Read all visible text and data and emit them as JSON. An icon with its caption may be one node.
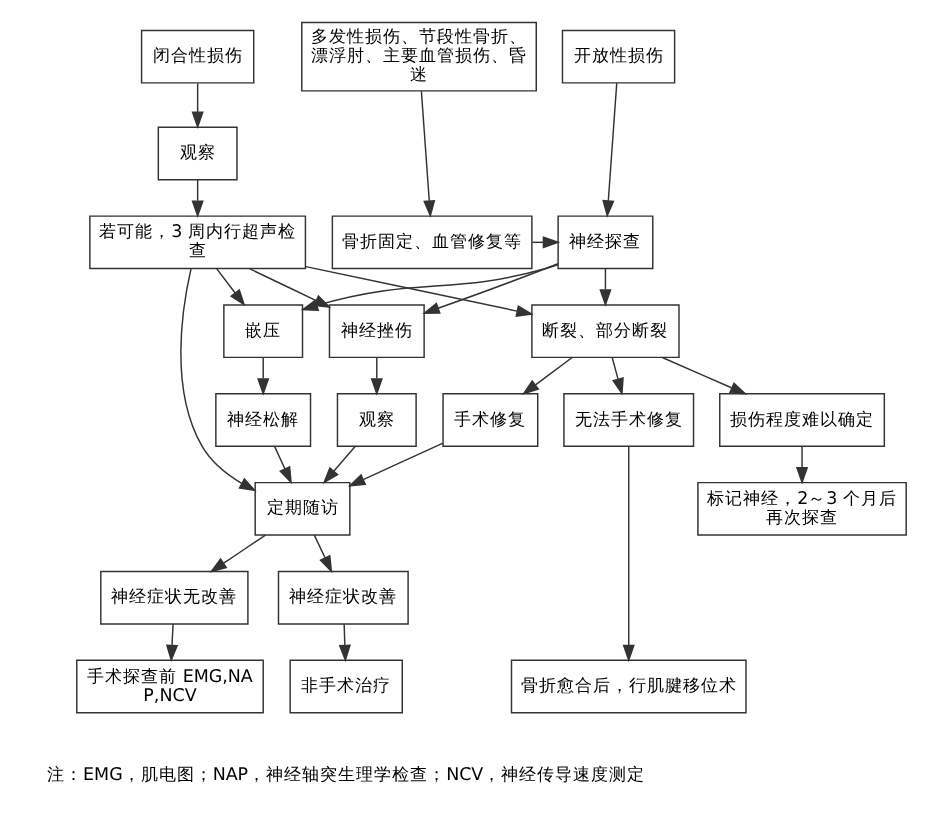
{
  "diagram": {
    "nodes": [
      {
        "text": [
          "闭合性损伤"
        ]
      },
      {
        "text": [
          "开放性损伤"
        ]
      },
      {
        "text": [
          "多发性损伤、节段性骨折、漂浮肘、主要血管损伤、昏迷"
        ]
      },
      {
        "text": [
          "观察"
        ]
      },
      {
        "text": [
          "若可能，3 周内行超声检查"
        ]
      },
      {
        "text": [
          "神经探查"
        ]
      },
      {
        "text": [
          "骨折固定、血管修复等"
        ]
      },
      {
        "text": [
          "神经挫伤"
        ]
      },
      {
        "text": [
          "嵌压"
        ]
      },
      {
        "text": [
          "断裂、部分断裂"
        ]
      },
      {
        "text": [
          "观察"
        ]
      },
      {
        "text": [
          "神经松解"
        ]
      },
      {
        "text": [
          "手术修复"
        ]
      },
      {
        "text": [
          "损伤程度难以确定"
        ]
      },
      {
        "text": [
          "无法手术修复"
        ]
      },
      {
        "text": [
          "定期随访"
        ]
      },
      {
        "text": [
          "标记神经，2～3 个月后再次探查"
        ]
      },
      {
        "text": [
          "神经症状改善"
        ]
      },
      {
        "text": [
          "神经症状无改善"
        ]
      },
      {
        "text": [
          "非手术治疗"
        ]
      },
      {
        "text": [
          "手术探查前 EMG,NAP,NCV"
        ]
      },
      {
        "text": [
          "骨折愈合后，行肌腱移位术"
        ]
      }
    ],
    "edges": [
      {
        "from": 0,
        "to": 3,
        "arrow": "to"
      },
      {
        "from": 3,
        "to": 4,
        "arrow": "to"
      },
      {
        "from": 1,
        "to": 5,
        "arrow": "to"
      },
      {
        "from": 2,
        "to": 6,
        "arrow": "to"
      },
      {
        "from": 6,
        "to": 5,
        "arrow": "to"
      },
      {
        "from": 4,
        "to": 15,
        "arrow": "to"
      },
      {
        "from": 4,
        "to": 7,
        "arrow": "to"
      },
      {
        "from": 4,
        "to": 8,
        "arrow": "to"
      },
      {
        "from": 4,
        "to": 9,
        "arrow": "to"
      },
      {
        "from": 5,
        "to": 7,
        "arrow": "to"
      },
      {
        "from": 5,
        "to": 8,
        "arrow": "to"
      },
      {
        "from": 5,
        "to": 9,
        "arrow": "to"
      },
      {
        "from": 7,
        "to": 10,
        "arrow": "to"
      },
      {
        "from": 8,
        "to": 11,
        "arrow": "to"
      },
      {
        "from": 9,
        "to": 12,
        "arrow": "to"
      },
      {
        "from": 9,
        "to": 13,
        "arrow": "to"
      },
      {
        "from": 9,
        "to": 14,
        "arrow": "to"
      },
      {
        "from": 10,
        "to": 15,
        "arrow": "to"
      },
      {
        "from": 11,
        "to": 15,
        "arrow": "to"
      },
      {
        "from": 12,
        "to": 15,
        "arrow": "to"
      },
      {
        "from": 13,
        "to": 16,
        "arrow": "to"
      },
      {
        "from": 14,
        "to": 21,
        "arrow": "to"
      },
      {
        "from": 15,
        "to": 17,
        "arrow": "to"
      },
      {
        "from": 15,
        "to": 18,
        "arrow": "to"
      },
      {
        "from": 17,
        "to": 19,
        "arrow": "to"
      },
      {
        "from": 18,
        "to": 20,
        "arrow": "to"
      }
    ],
    "labels": [
      "注：EMG，肌电图；NAP，神经轴突生理学检查；NCV，神经传导速度测定"
    ]
  }
}
